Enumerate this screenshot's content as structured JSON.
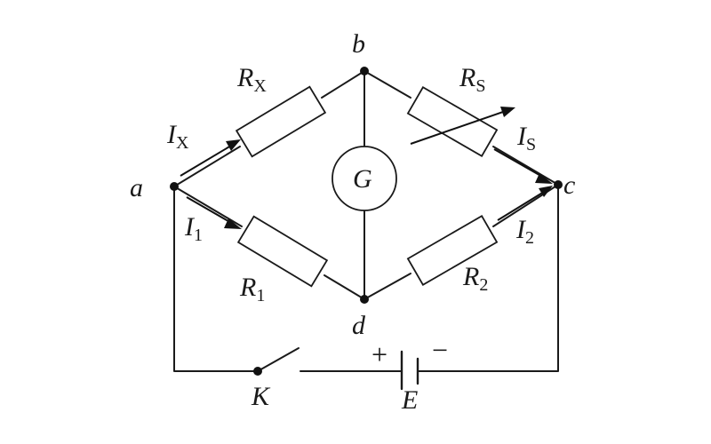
{
  "nodes": {
    "a": "a",
    "b": "b",
    "c": "c",
    "d": "d"
  },
  "resistors": {
    "rx": {
      "main": "R",
      "sub": "X"
    },
    "rs": {
      "main": "R",
      "sub": "S"
    },
    "r1": {
      "main": "R",
      "sub": "1"
    },
    "r2": {
      "main": "R",
      "sub": "2"
    }
  },
  "currents": {
    "ix": {
      "main": "I",
      "sub": "X"
    },
    "is": {
      "main": "I",
      "sub": "S"
    },
    "i1": {
      "main": "I",
      "sub": "1"
    },
    "i2": {
      "main": "I",
      "sub": "2"
    }
  },
  "galvanometer": "G",
  "switch_label": "K",
  "battery": {
    "label": "E",
    "plus": "+",
    "minus": "−"
  }
}
